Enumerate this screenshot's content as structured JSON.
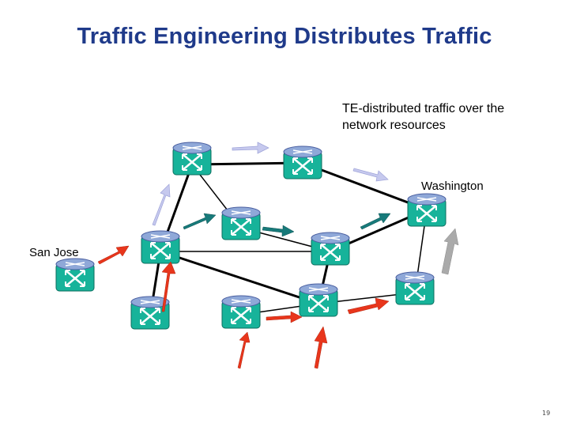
{
  "slide": {
    "title": "Traffic Engineering Distributes Traffic",
    "caption_line1": "TE-distributed traffic over the",
    "caption_line2": "network resources",
    "page_number": "19"
  },
  "nodes": {
    "san_jose_label": "San Jose",
    "washington_label": "Washington",
    "router_icon": "router-icon"
  },
  "colors": {
    "title": "#1f3a8a",
    "router_body": "#17b39a",
    "router_top": "#8fa8d8",
    "link": "#000000",
    "arrow_red": "#e8361c",
    "arrow_teal": "#177a7a",
    "arrow_lavender": "#c6c9ee",
    "arrow_gray": "#aaaaaa"
  }
}
